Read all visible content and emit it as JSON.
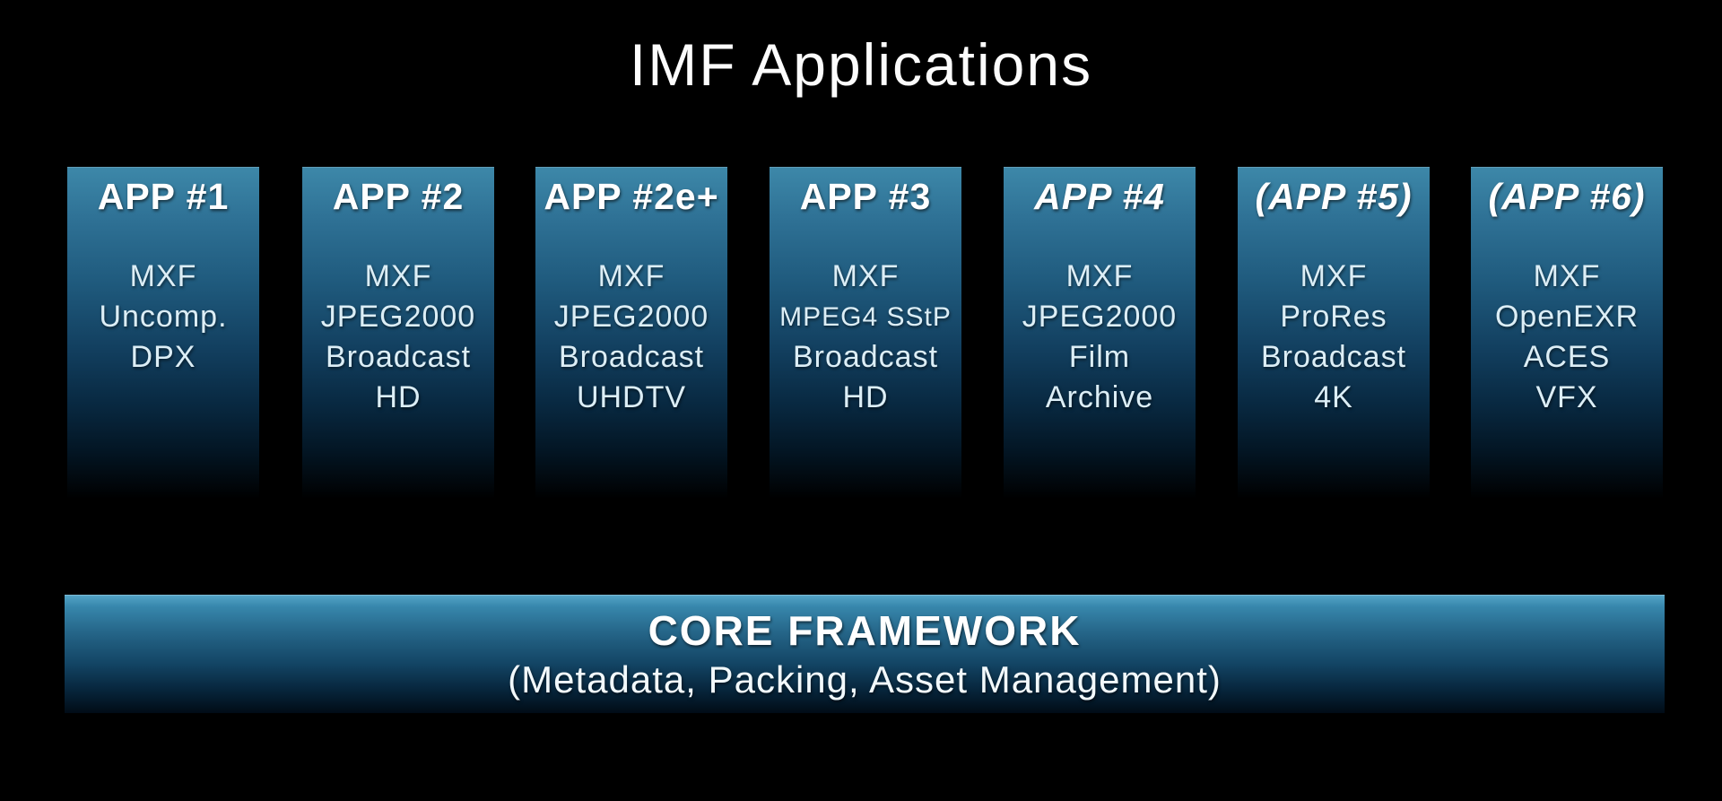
{
  "title": "IMF Applications",
  "colors": {
    "background": "#000000",
    "column_gradient_top": "#3d88a9",
    "column_gradient_bottom": "#000000",
    "bar_gradient_top": "#55a5c8",
    "bar_gradient_bottom": "#010c16",
    "header_text": "#ffffff",
    "body_text": "#dceef6"
  },
  "columns": [
    {
      "header": "APP #1",
      "lines": [
        "MXF",
        "Uncomp.",
        "DPX"
      ]
    },
    {
      "header": "APP #2",
      "lines": [
        "MXF",
        "JPEG2000",
        "Broadcast",
        "HD"
      ]
    },
    {
      "header": "APP #2e+",
      "lines": [
        "MXF",
        "JPEG2000",
        "Broadcast",
        "UHDTV"
      ]
    },
    {
      "header": "APP #3",
      "lines": [
        "MXF",
        "MPEG4 SStP",
        "Broadcast",
        "HD"
      ]
    },
    {
      "header": "APP #4",
      "lines": [
        "MXF",
        "JPEG2000",
        "Film",
        "Archive"
      ]
    },
    {
      "header": "(APP #5)",
      "lines": [
        "MXF",
        "ProRes",
        "Broadcast",
        "4K"
      ]
    },
    {
      "header": "(APP #6)",
      "lines": [
        "MXF",
        "OpenEXR",
        "ACES",
        "VFX"
      ]
    }
  ],
  "core": {
    "title": "CORE FRAMEWORK",
    "subtitle": "(Metadata, Packing, Asset Management)"
  }
}
